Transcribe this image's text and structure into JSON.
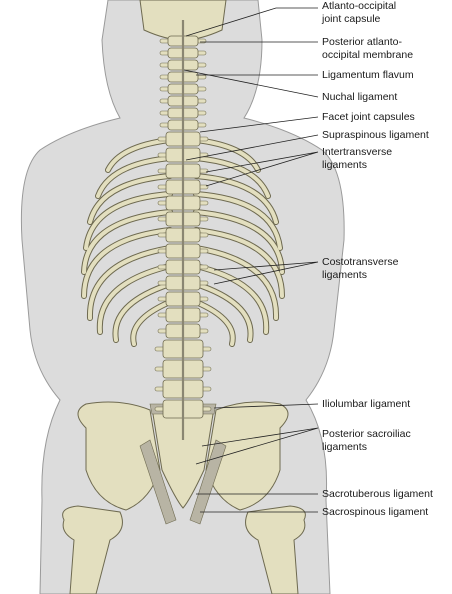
{
  "colors": {
    "body_silhouette": "#dcdcdc",
    "body_outline": "#9a9a9a",
    "bone": "#e3dfbf",
    "bone_outline": "#6e6a50",
    "ligament": "#b8b4a4",
    "label_text": "#1a1a1a"
  },
  "labels": [
    {
      "text": "Atlanto-occipital\njoint capsule"
    },
    {
      "text": "Posterior atlanto-\noccipital membrane"
    },
    {
      "text": "Ligamentum flavum"
    },
    {
      "text": "Nuchal ligament"
    },
    {
      "text": "Facet joint capsules"
    },
    {
      "text": "Supraspinous ligament"
    },
    {
      "text": "Intertransverse\nligaments"
    },
    {
      "text": "Costotransverse\nligaments"
    },
    {
      "text": "Iliolumbar ligament"
    },
    {
      "text": "Posterior sacroiliac\nligaments"
    },
    {
      "text": "Sacrotuberous ligament"
    },
    {
      "text": "Sacrospinous ligament"
    }
  ]
}
